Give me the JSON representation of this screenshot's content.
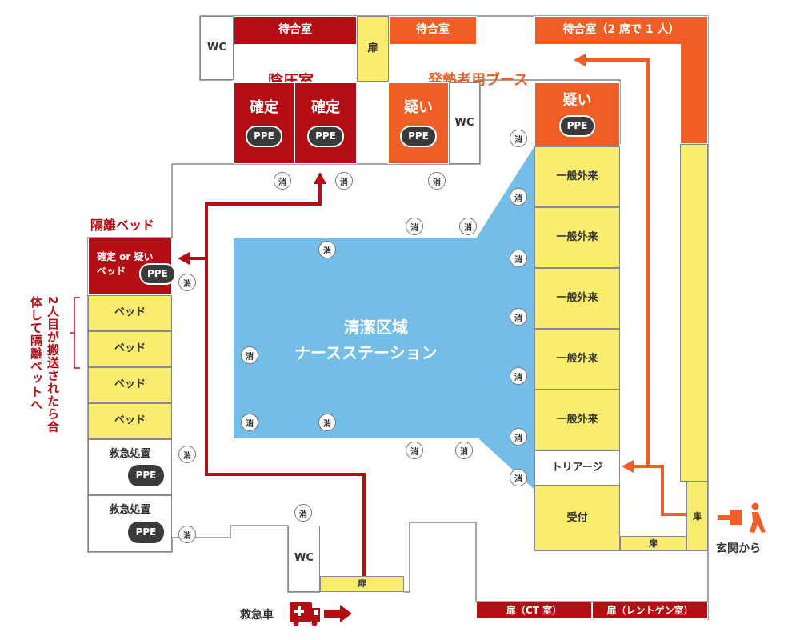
{
  "colors": {
    "red": "#b50d14",
    "orange": "#ef5e25",
    "yellow": "#f9ec6f",
    "blue": "#73bde6",
    "ppe": "#3a3a3a"
  },
  "waiting": {
    "red": "待合室",
    "orange": "待合室",
    "big": "待合室（2 席で 1 人）"
  },
  "wc": "WC",
  "door": "扉",
  "negative_pressure": "陰圧室",
  "confirmed": "確定",
  "ppe": "PPE",
  "fever_booth": "発熱者用ブース",
  "suspected": "疑い",
  "isolation_bed_title": "隔離ベッド",
  "isolation_bed_room": "確定 or 疑い\nベッド",
  "bed": "ベッド",
  "emergency_treatment": "救急処置",
  "side_note": "2人目が搬送されたら合体して隔離ベットへ",
  "clean_area": "清潔区域",
  "nurse_station": "ナースステーション",
  "general_outpatient": "一般外来",
  "triage": "トリアージ",
  "reception": "受付",
  "ct_door": "扉（CT 室）",
  "xray_door": "扉（レントゲン室）",
  "ambulance": "救急車",
  "entrance": "玄関から",
  "disinfect": "消",
  "icons": [
    "ambulance-icon",
    "walking-person-icon",
    "arrow-right-icon",
    "arrow-left-icon"
  ]
}
